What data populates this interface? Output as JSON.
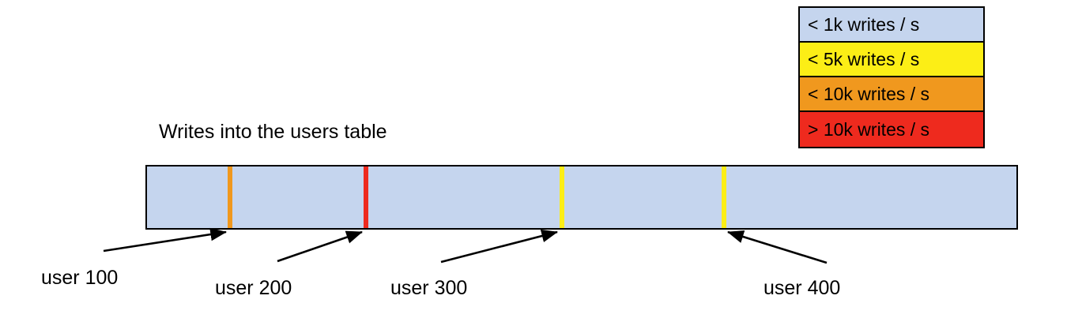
{
  "chart_data": {
    "type": "bar",
    "title": "Writes into the users table",
    "orientation": "horizontal-range",
    "description": "A single horizontal key-range bar representing the users table, shaded by write rate, with colored stripes marking hot user keys.",
    "base_color": "#c5d5ee",
    "base_legend_bucket": "< 1k writes / s",
    "xlabel": "",
    "ylabel": "",
    "markers": [
      {
        "label": "user 100",
        "bucket": "< 10k writes / s",
        "color": "#f0981e",
        "position_pct": 9.6
      },
      {
        "label": "user 200",
        "bucket": "> 10k writes / s",
        "color": "#ee2a1e",
        "position_pct": 25.2
      },
      {
        "label": "user 300",
        "bucket": "< 5k writes / s",
        "color": "#fcee16",
        "position_pct": 47.6
      },
      {
        "label": "user 400",
        "bucket": "< 5k writes / s",
        "color": "#fcee16",
        "position_pct": 66.2
      }
    ],
    "legend": {
      "position": "top-right",
      "entries": [
        {
          "label": "< 1k writes / s",
          "color": "#c5d5ee"
        },
        {
          "label": "< 5k writes / s",
          "color": "#fcee16"
        },
        {
          "label": "< 10k writes / s",
          "color": "#f0981e"
        },
        {
          "label": "> 10k writes / s",
          "color": "#ee2a1e"
        }
      ]
    }
  },
  "legend": {
    "entries": [
      {
        "label": "< 1k writes / s",
        "color": "#c5d5ee"
      },
      {
        "label": "< 5k writes / s",
        "color": "#fcee16"
      },
      {
        "label": "< 10k writes / s",
        "color": "#f0981e"
      },
      {
        "label": "> 10k writes / s",
        "color": "#ee2a1e"
      }
    ]
  },
  "chart": {
    "title": "Writes into the users table",
    "bar": {
      "fill_color": "#c5d5ee",
      "border_color": "#000000"
    },
    "markers": [
      {
        "label": "user 100",
        "color": "#f0981e"
      },
      {
        "label": "user 200",
        "color": "#ee2a1e"
      },
      {
        "label": "user 300",
        "color": "#fcee16"
      },
      {
        "label": "user 400",
        "color": "#fcee16"
      }
    ]
  }
}
